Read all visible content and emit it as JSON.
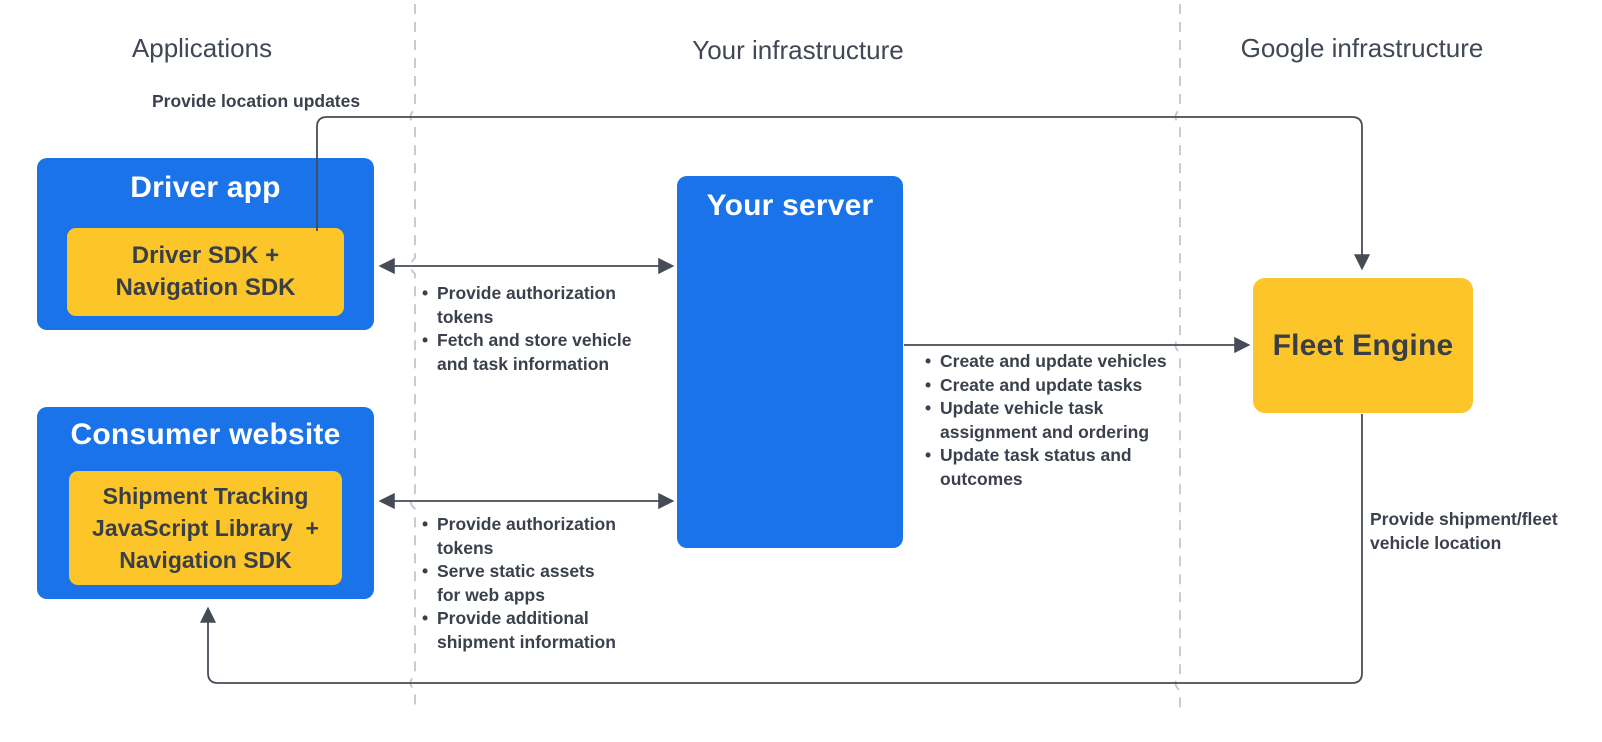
{
  "diagram": {
    "columns": {
      "applications": "Applications",
      "your_infrastructure": "Your infrastructure",
      "google_infrastructure": "Google infrastructure"
    },
    "nodes": {
      "driver_app": {
        "title": "Driver app",
        "sdk": "Driver SDK +\nNavigation SDK"
      },
      "consumer_website": {
        "title": "Consumer website",
        "sdk": "Shipment Tracking\nJavaScript Library  +\nNavigation SDK"
      },
      "your_server": {
        "title": "Your server"
      },
      "fleet_engine": {
        "title": "Fleet Engine"
      }
    },
    "edges": {
      "driver_to_fleet": {
        "label": "Provide location updates"
      },
      "driver_server": {
        "items": [
          "Provide authorization\ntokens",
          "Fetch and store vehicle\nand task information"
        ]
      },
      "consumer_server": {
        "items": [
          "Provide authorization\ntokens",
          "Serve static assets\nfor web apps",
          "Provide additional\nshipment information"
        ]
      },
      "server_fleet": {
        "items": [
          "Create and update vehicles",
          "Create and update tasks",
          "Update vehicle task\nassignment and ordering",
          "Update task status and\noutcomes"
        ]
      },
      "fleet_to_consumer": {
        "label": "Provide shipment/fleet\nvehicle location"
      }
    },
    "colors": {
      "node_blue": "#1a73e8",
      "node_yellow": "#fcc62b",
      "connector": "#454c56",
      "divider": "#c3c7cb",
      "text_dark": "#3b414c"
    }
  }
}
